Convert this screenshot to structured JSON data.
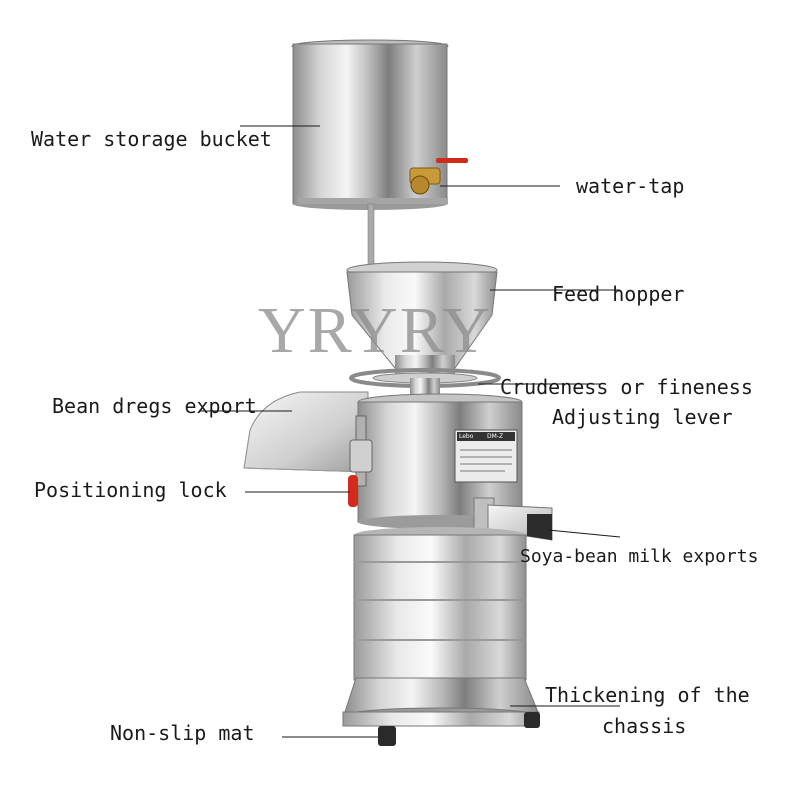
{
  "watermark": "YRYRY",
  "nameplate": {
    "brand": "Lebo",
    "model": "DM-Z"
  },
  "labels": {
    "water_storage_bucket": "Water storage bucket",
    "water_tap": "water-tap",
    "feed_hopper": "Feed hopper",
    "crudeness_line1": "Crudeness or fineness",
    "crudeness_line2": "Adjusting lever",
    "bean_dregs_export": "Bean dregs export",
    "positioning_lock": "Positioning lock",
    "soya_bean_milk_exports": "Soya-bean milk exports",
    "thickening_line1": "Thickening of the",
    "thickening_line2": "chassis",
    "non_slip_mat": "Non-slip mat"
  },
  "colors": {
    "steel_light": "#f2f2f2",
    "steel_mid": "#c8c8c8",
    "steel_dark": "#8e8e8e",
    "handle_red": "#d42a1e",
    "brass": "#c89a3a"
  }
}
